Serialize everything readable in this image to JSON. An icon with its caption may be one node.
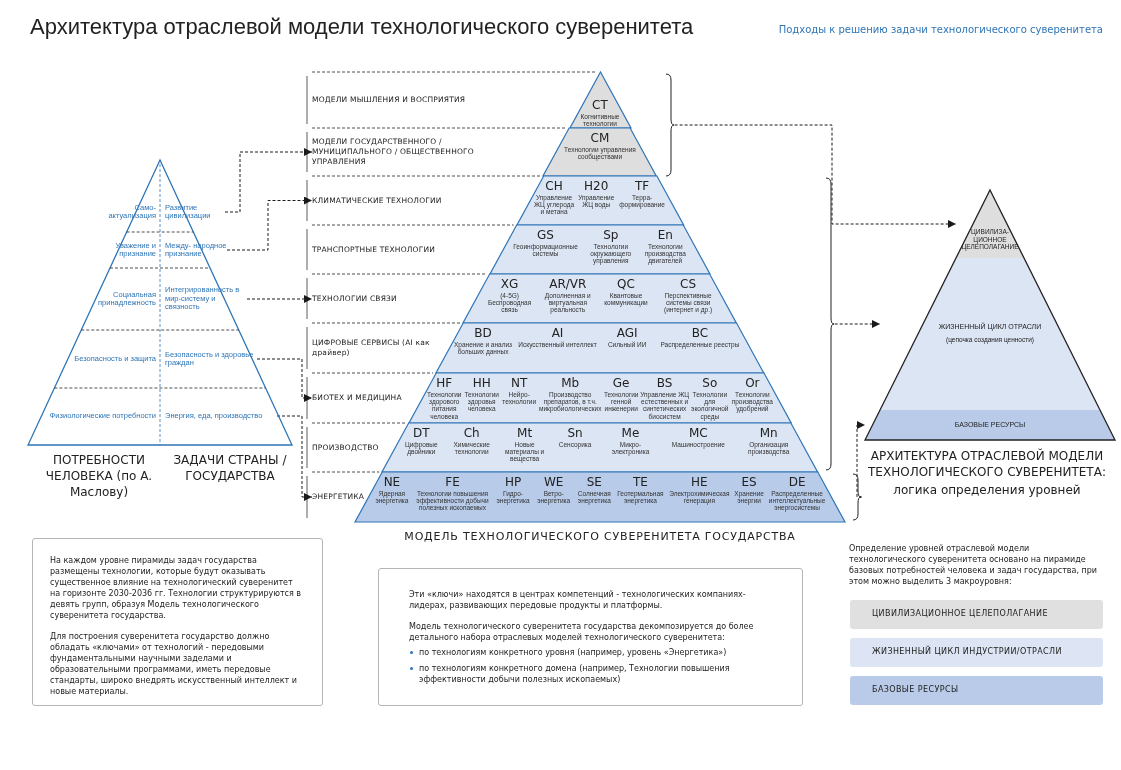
{
  "diagram": {
    "title": "Архитектура отраслевой модели технологического суверенитета",
    "nodes": [
      {
        "text": [
          "ПОТРЕБНОСТИ ЧЕЛОВЕКА (по А. Маслову)",
          "ЗАДАЧИ СТРАНЫ / ГОСУДАРСТВА"
        ]
      },
      {
        "text": [
          "Само- актуализация"
        ],
        "in": 0
      },
      {
        "text": [
          "Развитие цивилизации"
        ],
        "in": 0
      },
      {
        "text": [
          "Уважение и признание"
        ],
        "in": 0
      },
      {
        "text": [
          "Между- народное признание"
        ],
        "in": 0
      },
      {
        "text": [
          "Социальная принадлежность"
        ],
        "in": 0
      },
      {
        "text": [
          "Интегрированность в мир-систему и связность"
        ],
        "in": 0
      },
      {
        "text": [
          "Безопасность и защита"
        ],
        "in": 0
      },
      {
        "text": [
          "Безопасность и здоровье граждан"
        ],
        "in": 0
      },
      {
        "text": [
          "Физиологические потребности"
        ],
        "in": 0
      },
      {
        "text": [
          "Энергия, еда, производство"
        ],
        "in": 0
      },
      {
        "text": [
          "МОДЕЛИ МЫШЛЕНИЯ И ВОСПРИЯТИЯ"
        ]
      },
      {
        "text": [
          "МОДЕЛИ ГОСУДАРСТВЕННОГО / МУНИЦИПАЛЬНОГО / ОБЩЕСТВЕННОГО УПРАВЛЕНИЯ"
        ]
      },
      {
        "text": [
          "КЛИМАТИЧЕСКИЕ ТЕХНОЛОГИИ"
        ]
      },
      {
        "text": [
          "ТРАНСПОРТНЫЕ ТЕХНОЛОГИИ"
        ]
      },
      {
        "text": [
          "ТЕХНОЛОГИИ СВЯЗИ"
        ]
      },
      {
        "text": [
          "ЦИФРОВЫЕ СЕРВИСЫ (AI как драйвер)"
        ]
      },
      {
        "text": [
          "БИОТЕХ И МЕДИЦИНА"
        ]
      },
      {
        "text": [
          "ПРОИЗВОДСТВО"
        ]
      },
      {
        "text": [
          "ЭНЕРГЕТИКА"
        ]
      },
      {
        "text": [
          "МОДЕЛЬ ТЕХНОЛОГИЧЕСКОГО СУВЕРЕНИТЕТА ГОСУДАРСТВА"
        ]
      },
      {
        "text": [],
        "shape": "band",
        "in": 20
      },
      {
        "text": [],
        "shape": "band",
        "in": 20
      },
      {
        "text": [],
        "shape": "band",
        "in": 20
      },
      {
        "text": [],
        "shape": "band",
        "in": 20
      },
      {
        "text": [],
        "shape": "band",
        "in": 20
      },
      {
        "text": [],
        "shape": "band",
        "in": 20
      },
      {
        "text": [],
        "shape": "band",
        "in": 20
      },
      {
        "text": [],
        "shape": "band",
        "in": 20
      },
      {
        "text": [],
        "shape": "band",
        "in": 20
      },
      {
        "text": [
          "CT",
          "Когнитивные технологии"
        ],
        "in": 21
      },
      {
        "text": [
          "CM",
          "Технологии управления сообществами"
        ],
        "in": 22
      },
      {
        "text": [
          "CH",
          "Управление ЖЦ углерода и метана"
        ],
        "in": 23
      },
      {
        "text": [
          "H20",
          "Управление ЖЦ воды"
        ],
        "in": 23
      },
      {
        "text": [
          "TF",
          "Терра- формирование"
        ],
        "in": 23
      },
      {
        "text": [
          "GS",
          "Геоинформационные системы"
        ],
        "in": 24
      },
      {
        "text": [
          "Sp",
          "Технологии окружающего управления"
        ],
        "in": 24
      },
      {
        "text": [
          "En",
          "Технологии производства двигателей"
        ],
        "in": 24
      },
      {
        "text": [
          "XG",
          "(4-5G) Беспроводная связь"
        ],
        "in": 25
      },
      {
        "text": [
          "AR/VR",
          "Дополненная и виртуальная реальность"
        ],
        "in": 25
      },
      {
        "text": [
          "QC",
          "Квантовые коммуникации"
        ],
        "in": 25
      },
      {
        "text": [
          "CS",
          "Перспективные системы связи (интернет и др.)"
        ],
        "in": 25
      },
      {
        "text": [
          "BD",
          "Хранение и анализ больших данных"
        ],
        "in": 26
      },
      {
        "text": [
          "AI",
          "Искусственный интеллект"
        ],
        "in": 26
      },
      {
        "text": [
          "AGI",
          "Сильный ИИ"
        ],
        "in": 26
      },
      {
        "text": [
          "BC",
          "Распределенные реестры"
        ],
        "in": 26
      },
      {
        "text": [
          "HF",
          "Технологии здорового питания человека"
        ],
        "in": 27
      },
      {
        "text": [
          "HH",
          "Технологии здоровья человека"
        ],
        "in": 27
      },
      {
        "text": [
          "NT",
          "Нейро- технологии"
        ],
        "in": 27
      },
      {
        "text": [
          "Mb",
          "Производство препаратов, в т.ч. микробиологических"
        ],
        "in": 27
      },
      {
        "text": [
          "Ge",
          "Технологии генной инженерии"
        ],
        "in": 27
      },
      {
        "text": [
          "BS",
          "Управление ЖЦ естественных и синтетических биосистем"
        ],
        "in": 27
      },
      {
        "text": [
          "So",
          "Технологии для экологичной среды"
        ],
        "in": 27
      },
      {
        "text": [
          "Or",
          "Технологии производства удобрений"
        ],
        "in": 27
      },
      {
        "text": [
          "DT",
          "Цифровые двойники"
        ],
        "in": 28
      },
      {
        "text": [
          "Ch",
          "Химические технологии"
        ],
        "in": 28
      },
      {
        "text": [
          "Mt",
          "Новые материалы и вещества"
        ],
        "in": 28
      },
      {
        "text": [
          "Sn",
          "Сенсорика"
        ],
        "in": 28
      },
      {
        "text": [
          "Me",
          "Микро- электроника"
        ],
        "in": 28
      },
      {
        "text": [
          "MC",
          "Машиностроение"
        ],
        "in": 28
      },
      {
        "text": [
          "Mn",
          "Организация производства"
        ],
        "in": 28
      },
      {
        "text": [
          "NE",
          "Ядерная энергетика"
        ],
        "in": 29
      },
      {
        "text": [
          "FE",
          "Технологии повышения эффективности добычи полезных ископаемых"
        ],
        "in": 29
      },
      {
        "text": [
          "HP",
          "Гидро- энергетика"
        ],
        "in": 29
      },
      {
        "text": [
          "WE",
          "Ветро- энергетика"
        ],
        "in": 29
      },
      {
        "text": [
          "SE",
          "Солнечная энергетика"
        ],
        "in": 29
      },
      {
        "text": [
          "TE",
          "Геотермальная энергетика"
        ],
        "in": 29
      },
      {
        "text": [
          "HE",
          "Электрохимическая генерация"
        ],
        "in": 29
      },
      {
        "text": [
          "ES",
          "Хранение энергии"
        ],
        "in": 29
      },
      {
        "text": [
          "DE",
          "Распределенные интеллектуальные энергосистемы"
        ],
        "in": 29
      },
      {
        "text": [],
        "shape": "brace"
      },
      {
        "text": [],
        "shape": "brace"
      },
      {
        "text": [],
        "shape": "brace"
      },
      {
        "text": [
          "АРХИТЕКТУРА ОТРАСЛЕВОЙ МОДЕЛИ ТЕХНОЛОГИЧЕСКОГО СУВЕРЕНИТЕТА:",
          "логика определения уровней"
        ]
      },
      {
        "text": [
          "ЦИВИЛИЗА- ЦИОННОЕ ЦЕЛЕПОЛАГАНИЕ"
        ],
        "in": 73
      },
      {
        "text": [
          "ЖИЗНЕННЫЙ ЦИКЛ ОТРАСЛИ",
          "(цепочка создания ценности)"
        ],
        "in": 73
      },
      {
        "text": [
          "БАЗОВЫЕ РЕСУРСЫ"
        ],
        "in": 73
      },
      {
        "text": [
          "На каждом уровне пирамиды задач государства размещены технологии, которые будут оказывать существенное влияние на технологический суверенитет на горизонте 2030-2036 гг. Технологии структурируются в девять групп, образуя Модель технологического суверенитета государства.",
          "Для построения суверенитета государство должно обладать «ключами» от технологий - передовыми фундаментальными научными заделами и образовательными программами, иметь передовые стандарты, широко внедрять искусственный интеллект и новые материалы."
        ]
      },
      {
        "text": [
          "Эти «ключи» находятся в центрах компетенций - технологических компаниях-лидерах, развивающих передовые продукты и платформы.",
          "Модель технологического суверенитета государства декомпозируется до более детального набора отраслевых моделей технологического суверенитета:",
          "по технологиям конкретного уровня (например, уровень «Энергетика»)",
          "по технологиям конкретного домена (например, Технологии повышения эффективности добычи полезных ископаемых)"
        ]
      }
    ],
    "edges": [
      {
        "from": 2,
        "to": 12,
        "arrow": "to",
        "style": "dashed"
      },
      {
        "from": 4,
        "to": 13,
        "arrow": "to",
        "style": "dashed"
      },
      {
        "from": 6,
        "to": 15,
        "arrow": "to",
        "style": "dashed"
      },
      {
        "from": 8,
        "to": 17,
        "arrow": "to",
        "style": "dashed"
      },
      {
        "from": 10,
        "to": 19,
        "arrow": "to",
        "style": "dashed"
      },
      {
        "from": 70,
        "to": 74,
        "arrow": "to",
        "style": "dashed"
      },
      {
        "from": 71,
        "to": 75,
        "arrow": "to",
        "style": "dashed"
      },
      {
        "from": 72,
        "to": 76,
        "arrow": "to",
        "style": "dashed"
      }
    ],
    "labels": [
      "Подходы к решению задачи технологического суверенитета",
      "Определение уровней отраслевой модели технологического суверенитета основано на пирамиде базовых потребностей человека и задач государства, при этом можно выделить 3 макроуровня:"
    ],
    "legend": [
      {
        "text": "ЦИВИЛИЗАЦИОННОЕ ЦЕЛЕПОЛАГАНИЕ",
        "color": "#e0e0e0"
      },
      {
        "text": "ЖИЗНЕННЫЙ ЦИКЛ ИНДУСТРИИ/ОТРАСЛИ",
        "color": "#dde5f4"
      },
      {
        "text": "БАЗОВЫЕ РЕСУРСЫ",
        "color": "#b9cbe9"
      }
    ]
  }
}
